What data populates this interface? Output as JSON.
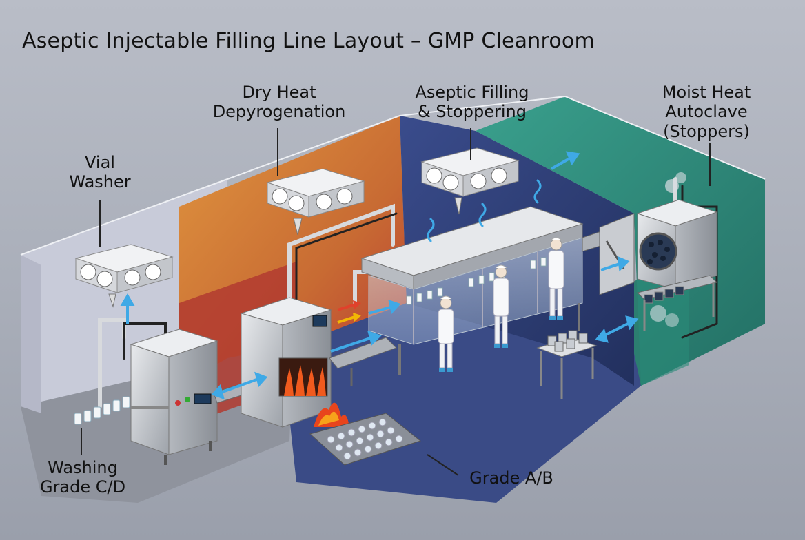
{
  "title": "Aseptic Injectable Filling Line Layout – GMP Cleanroom",
  "labels": {
    "vial_washer": "Vial\nWasher",
    "dry_heat": "Dry Heat\nDepyrogenation",
    "aseptic_filling": "Aseptic Filling\n& Stoppering",
    "moist_heat": "Moist Heat\nAutoclave\n(Stoppers)",
    "washing_grade": "Washing\nGrade C/D",
    "grade_ab": "Grade A/B"
  },
  "colors": {
    "zone_washing": "#c9ccdb",
    "zone_depyrogenation": "#d98a3a",
    "zone_depyrogenation_dark": "#c24a3a",
    "zone_filling": "#2f3f7a",
    "zone_autoclave": "#2f8f7f",
    "floor": "#8e929c",
    "floor_filling": "#3a4b86",
    "steel": "#c9ccd1",
    "airflow_arrow": "#3fa9e6",
    "heat_arrow_red": "#e0412b",
    "heat_arrow_yellow": "#f2b705",
    "flame": "#f05a1e"
  },
  "icons": [
    "hepa-filter-icon",
    "flame-icon",
    "airflow-arrow-icon",
    "vial-icon",
    "operator-icon"
  ]
}
